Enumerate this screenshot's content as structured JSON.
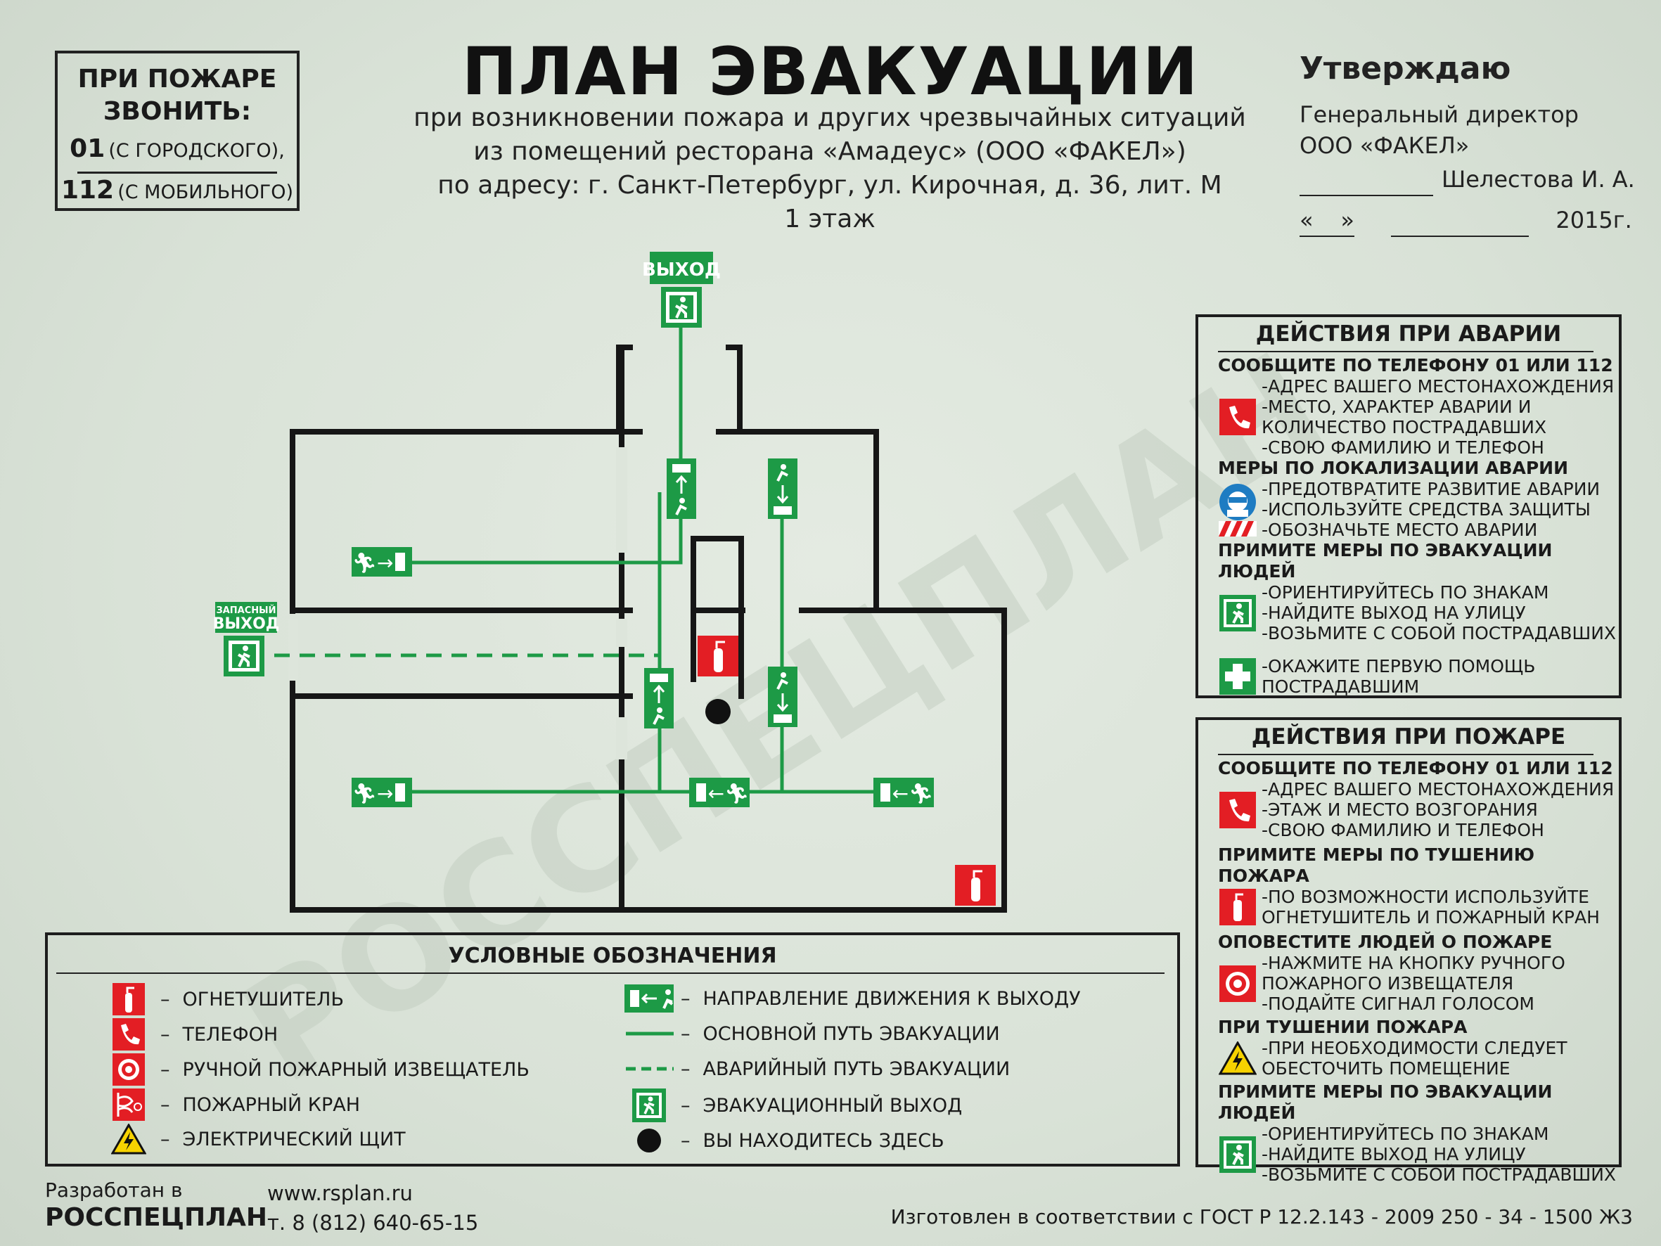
{
  "title": "ПЛАН ЭВАКУАЦИИ",
  "subtitle_lines": [
    "при возникновении пожара и других чрезвычайных ситуаций",
    "из помещений ресторана «Амадеус» (ООО «ФАКЕЛ»)",
    "по адресу: г. Санкт-Петербург, ул. Кирочная, д. 36, лит. М",
    "1 этаж"
  ],
  "fire_call": {
    "heading_1": "ПРИ ПОЖАРЕ",
    "heading_2": "ЗВОНИТЬ:",
    "city_num": "01",
    "city_text": "(С ГОРОДСКОГО),",
    "mobile_num": "112",
    "mobile_text": "(С МОБИЛЬНОГО)"
  },
  "approval": {
    "heading": "Утверждаю",
    "position": "Генеральный директор",
    "company": "ООО «ФАКЕЛ»",
    "signer": "Шелестова И. А.",
    "date_open": "«",
    "date_close": "»",
    "year": "2015г."
  },
  "accident_panel": {
    "heading": "ДЕЙСТВИЯ ПРИ АВАРИИ",
    "sections": [
      {
        "title": "СООБЩИТЕ ПО ТЕЛЕФОНУ  01 ИЛИ 112",
        "icon": "phone-icon",
        "lines": [
          "-АДРЕС ВАШЕГО МЕСТОНАХОЖДЕНИЯ",
          "-МЕСТО, ХАРАКТЕР АВАРИИ И",
          "КОЛИЧЕСТВО ПОСТРАДАВШИХ",
          "-СВОЮ ФАМИЛИЮ И  ТЕЛЕФОН"
        ]
      },
      {
        "title": "МЕРЫ ПО ЛОКАЛИЗАЦИИ АВАРИИ",
        "icon": "protection-icon",
        "lines": [
          "-ПРЕДОТВРАТИТЕ РАЗВИТИЕ АВАРИИ",
          "-ИСПОЛЬЗУЙТЕ СРЕДСТВА ЗАЩИТЫ",
          "-ОБОЗНАЧЬТЕ МЕСТО АВАРИИ"
        ]
      },
      {
        "title": "ПРИМИТЕ МЕРЫ ПО ЭВАКУАЦИИ ЛЮДЕЙ",
        "icon": "exit-icon",
        "lines": [
          "-ОРИЕНТИРУЙТЕСЬ ПО ЗНАКАМ",
          "-НАЙДИТЕ ВЫХОД НА УЛИЦУ",
          "-ВОЗЬМИТЕ С СОБОЙ ПОСТРАДАВШИХ"
        ]
      },
      {
        "title": "",
        "icon": "first-aid-icon",
        "lines": [
          "-ОКАЖИТЕ ПЕРВУЮ ПОМОЩЬ",
          "ПОСТРАДАВШИМ"
        ]
      }
    ]
  },
  "fire_panel": {
    "heading": "ДЕЙСТВИЯ ПРИ ПОЖАРЕ",
    "sections": [
      {
        "title": "СООБЩИТЕ ПО ТЕЛЕФОНУ  01 ИЛИ 112",
        "icon": "phone-icon",
        "lines": [
          "-АДРЕС ВАШЕГО МЕСТОНАХОЖДЕНИЯ",
          "-ЭТАЖ И МЕСТО ВОЗГОРАНИЯ",
          "-СВОЮ ФАМИЛИЮ И  ТЕЛЕФОН"
        ]
      },
      {
        "title": "ПРИМИТЕ МЕРЫ ПО ТУШЕНИЮ ПОЖАРА",
        "icon": "extinguisher-icon",
        "lines": [
          "-ПО ВОЗМОЖНОСТИ ИСПОЛЬЗУЙТЕ",
          "ОГНЕТУШИТЕЛЬ И ПОЖАРНЫЙ КРАН"
        ]
      },
      {
        "title": "ОПОВЕСТИТЕ ЛЮДЕЙ О ПОЖАРЕ",
        "icon": "alarm-button-icon",
        "lines": [
          "-НАЖМИТЕ НА КНОПКУ РУЧНОГО",
          " ПОЖАРНОГО ИЗВЕЩАТЕЛЯ",
          "-ПОДАЙТЕ СИГНАЛ ГОЛОСОМ"
        ]
      },
      {
        "title": "ПРИ ТУШЕНИИ ПОЖАРА",
        "icon": "electric-warning-icon",
        "lines": [
          "-ПРИ НЕОБХОДИМОСТИ СЛЕДУЕТ",
          "ОБЕСТОЧИТЬ ПОМЕЩЕНИЕ"
        ]
      },
      {
        "title": "ПРИМИТЕ МЕРЫ ПО ЭВАКУАЦИИ ЛЮДЕЙ",
        "icon": "exit-icon",
        "lines": [
          "-ОРИЕНТИРУЙТЕСЬ ПО ЗНАКАМ",
          "-НАЙДИТЕ ВЫХОД НА УЛИЦУ",
          "-ВОЗЬМИТЕ С СОБОЙ ПОСТРАДАВШИХ"
        ]
      }
    ]
  },
  "legend": {
    "heading": "УСЛОВНЫЕ ОБОЗНАЧЕНИЯ",
    "dash": "–",
    "left": [
      {
        "icon": "extinguisher-icon",
        "label": "ОГНЕТУШИТЕЛЬ"
      },
      {
        "icon": "phone-icon",
        "label": "ТЕЛЕФОН"
      },
      {
        "icon": "alarm-button-icon",
        "label": "РУЧНОЙ ПОЖАРНЫЙ ИЗВЕЩАТЕЛЬ"
      },
      {
        "icon": "fire-hydrant-icon",
        "label": "ПОЖАРНЫЙ КРАН"
      },
      {
        "icon": "electric-warning-icon",
        "label": "ЭЛЕКТРИЧЕСКИЙ ЩИТ"
      }
    ],
    "right": [
      {
        "icon": "direction-arrow-icon",
        "label": "НАПРАВЛЕНИЕ ДВИЖЕНИЯ К ВЫХОДУ"
      },
      {
        "icon": "solid-line-icon",
        "label": "ОСНОВНОЙ ПУТЬ ЭВАКУАЦИИ"
      },
      {
        "icon": "dashed-line-icon",
        "label": "АВАРИЙНЫЙ ПУТЬ ЭВАКУАЦИИ"
      },
      {
        "icon": "exit-icon",
        "label": "ЭВАКУАЦИОННЫЙ ВЫХОД"
      },
      {
        "icon": "you-are-here-icon",
        "label": "ВЫ НАХОДИТЕСЬ ЗДЕСЬ"
      }
    ]
  },
  "plan": {
    "exit_label": "ВЫХОД",
    "spare_exit_top": "ЗАПАСНЫЙ",
    "spare_exit_bottom": "ВЫХОД",
    "watermark": "РОССПЕЦПЛАН"
  },
  "footer": {
    "dev_text": "Разработан в",
    "dev_company": "РОССПЕЦПЛАН",
    "site": "www.rsplan.ru",
    "phone": "т. 8 (812) 640-65-15",
    "standard": "Изготовлен в соответствии с ГОСТ Р 12.2.143 - 2009 250 - 34 - 1500 Ж3"
  },
  "colors": {
    "green": "#1d9a46",
    "red": "#e31e24",
    "wall": "#161616"
  }
}
